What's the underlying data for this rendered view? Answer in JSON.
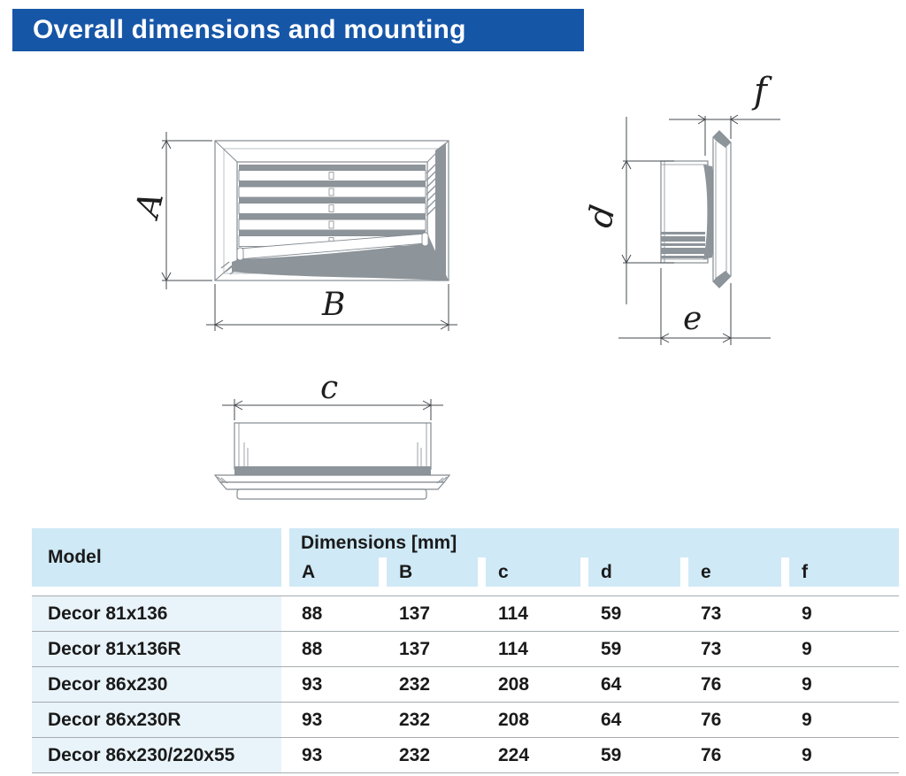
{
  "title": "Overall dimensions and mounting",
  "colors": {
    "banner_blue": "#1656a7",
    "table_header_blue": "#cfe9f6",
    "table_row_tint": "#e9f4fa",
    "drawing_gray": "#8d949a"
  },
  "drawings": {
    "front_view": {
      "height_label": "A",
      "width_label": "B"
    },
    "side_view": {
      "height_label": "d",
      "depth_label": "e",
      "flange_label": "f"
    },
    "top_view": {
      "width_label": "c"
    }
  },
  "table": {
    "model_header": "Model",
    "group_header": "Dimensions [mm]",
    "columns": [
      "A",
      "B",
      "c",
      "d",
      "e",
      "f"
    ],
    "rows": [
      {
        "model": "Decor 81x136",
        "values": [
          "88",
          "137",
          "114",
          "59",
          "73",
          "9"
        ]
      },
      {
        "model": "Decor 81x136R",
        "values": [
          "88",
          "137",
          "114",
          "59",
          "73",
          "9"
        ]
      },
      {
        "model": "Decor 86x230",
        "values": [
          "93",
          "232",
          "208",
          "64",
          "76",
          "9"
        ]
      },
      {
        "model": "Decor 86x230R",
        "values": [
          "93",
          "232",
          "208",
          "64",
          "76",
          "9"
        ]
      },
      {
        "model": "Decor 86x230/220x55",
        "values": [
          "93",
          "232",
          "224",
          "59",
          "76",
          "9"
        ]
      }
    ]
  }
}
